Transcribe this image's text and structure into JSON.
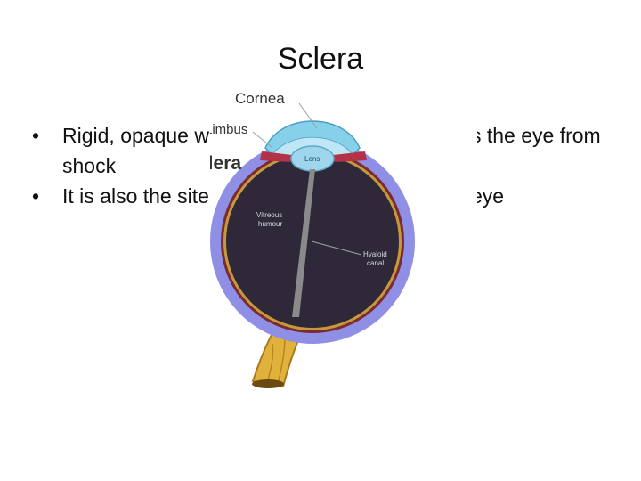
{
  "slide": {
    "title": "Sclera",
    "bullets": [
      "Rigid, opaque white outer layer which protects the eye from shock",
      "It is also the site of muscle attachment in the eye"
    ]
  },
  "diagram": {
    "labels": {
      "cornea": "Cornea",
      "limbus": "Limbus",
      "sclera": "Sclera",
      "lens": "Lens",
      "vitreous_line1": "Vitreous",
      "vitreous_line2": "humour",
      "hyaloid_line1": "Hyaloid",
      "hyaloid_line2": "canal"
    },
    "colors": {
      "sclera": "#8f8fe6",
      "choroid": "#7a2a30",
      "vitreous": "#2e2839",
      "cornea": "#86d0ea",
      "iris": "#b3324a",
      "optic_nerve": "#e0b23c"
    }
  }
}
